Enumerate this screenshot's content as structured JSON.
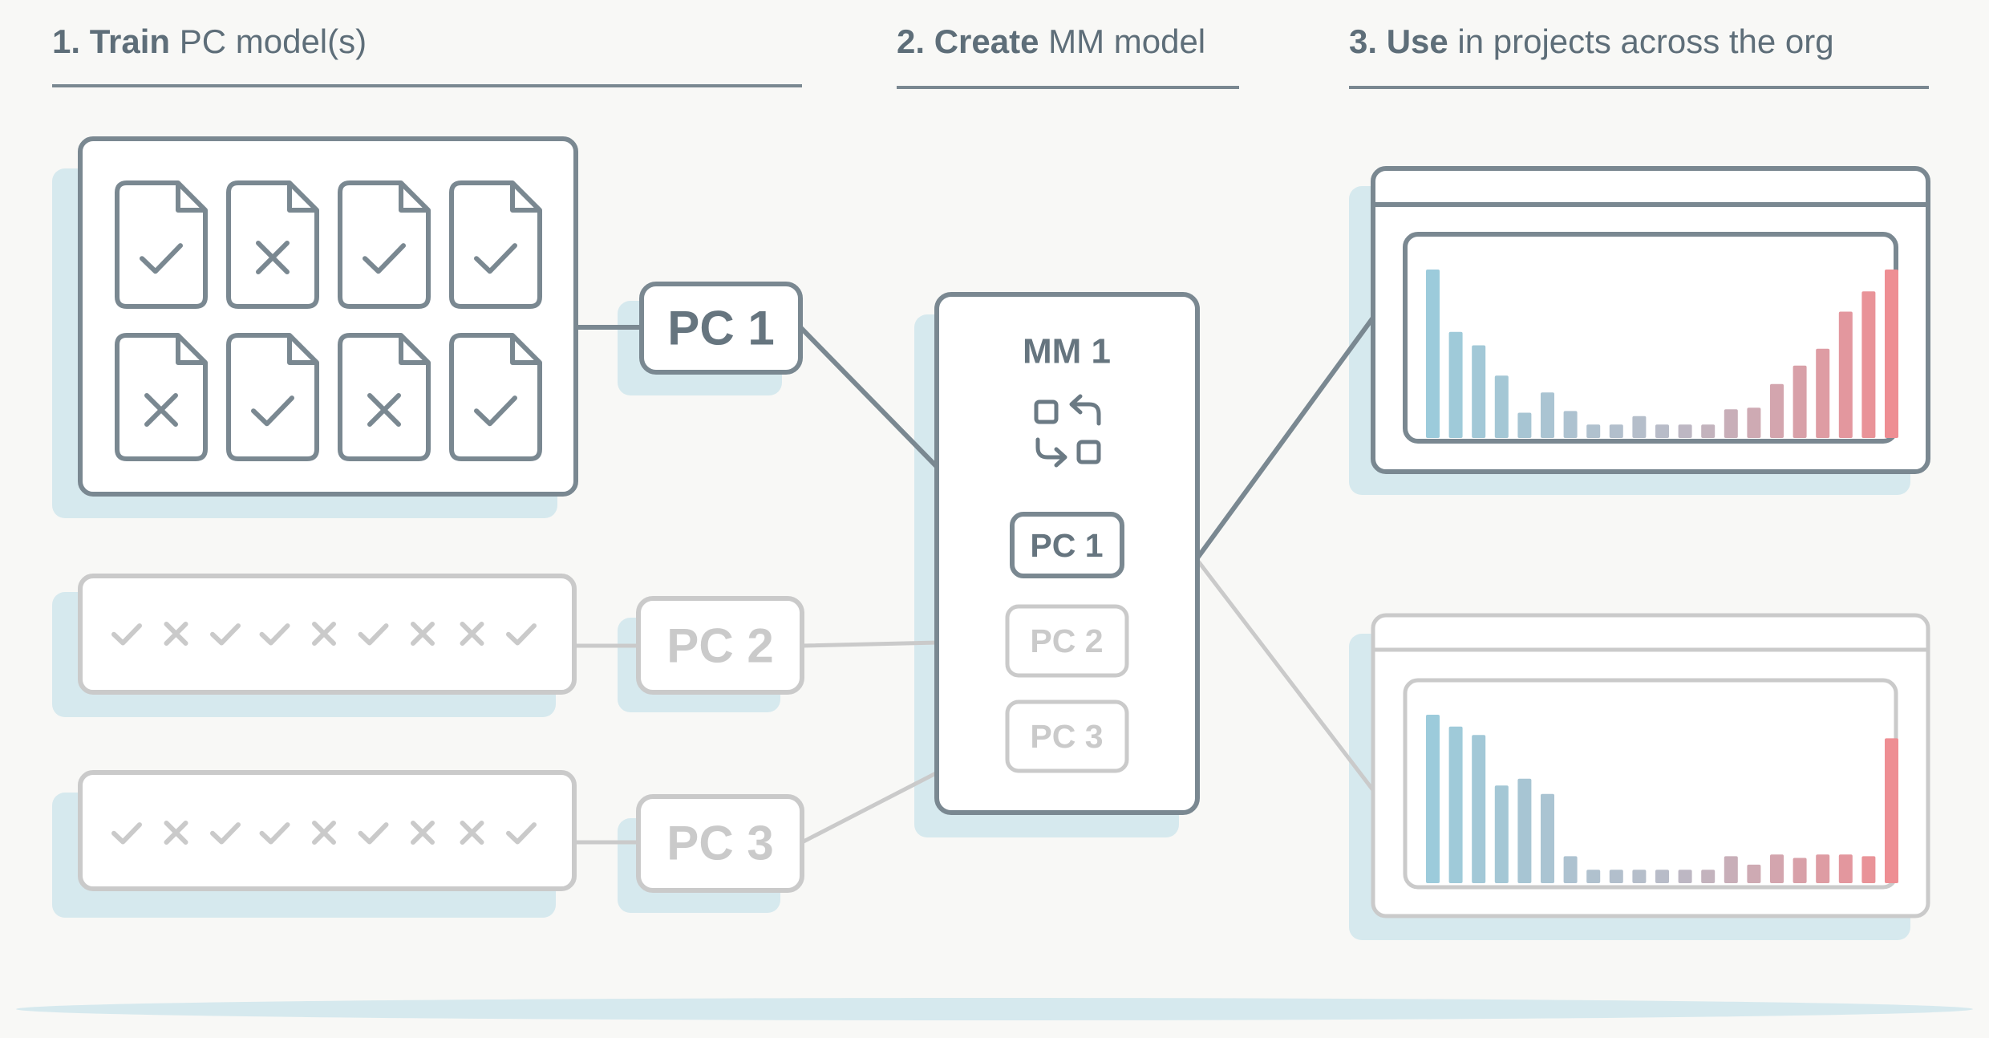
{
  "colors": {
    "background": "#f8f8f6",
    "shadow": "#d6e9ee",
    "active": "#7a8891",
    "inactive": "#cacaca",
    "heading": "#5e6e79",
    "bar_blue": "#9ccbdb",
    "bar_gray": "#b8bcc8",
    "bar_red": "#ee8e93"
  },
  "headers": [
    {
      "bold": "1. Train",
      "rest": " PC model(s)"
    },
    {
      "bold": "2. Create",
      "rest": " MM model"
    },
    {
      "bold": "3. Use",
      "rest": " in projects across the org"
    }
  ],
  "training_sets": {
    "set1_docs": [
      "check",
      "cross",
      "check",
      "check",
      "cross",
      "check",
      "cross",
      "check"
    ],
    "set2_marks": [
      "check",
      "cross",
      "check",
      "check",
      "cross",
      "check",
      "cross",
      "cross",
      "check"
    ],
    "set3_marks": [
      "check",
      "cross",
      "check",
      "check",
      "cross",
      "check",
      "cross",
      "cross",
      "check"
    ]
  },
  "pc_models": [
    {
      "label": "PC 1",
      "active": true
    },
    {
      "label": "PC 2",
      "active": false
    },
    {
      "label": "PC 3",
      "active": false
    }
  ],
  "mm_model": {
    "title": "MM 1",
    "icon": "swap-icon",
    "slots": [
      {
        "label": "PC 1",
        "active": true
      },
      {
        "label": "PC 2",
        "active": false
      },
      {
        "label": "PC 3",
        "active": false
      }
    ]
  },
  "projects": [
    {
      "active": true,
      "histogram": [
        1.0,
        0.63,
        0.55,
        0.37,
        0.15,
        0.27,
        0.16,
        0.08,
        0.08,
        0.13,
        0.08,
        0.08,
        0.08,
        0.17,
        0.18,
        0.32,
        0.43,
        0.53,
        0.75,
        0.87,
        1.0
      ]
    },
    {
      "active": false,
      "histogram": [
        1.0,
        0.93,
        0.88,
        0.58,
        0.62,
        0.53,
        0.16,
        0.08,
        0.08,
        0.08,
        0.08,
        0.08,
        0.08,
        0.16,
        0.11,
        0.17,
        0.15,
        0.17,
        0.17,
        0.16,
        0.86
      ]
    }
  ]
}
